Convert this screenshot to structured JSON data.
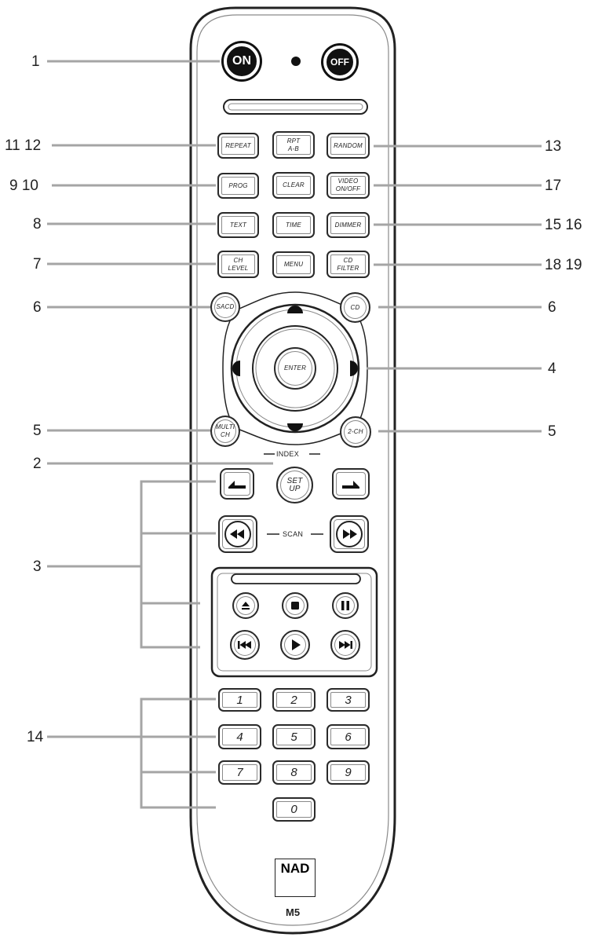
{
  "device": {
    "brand": "NAD",
    "model": "M5"
  },
  "buttons": {
    "on": "ON",
    "off": "OFF",
    "repeat": "REPEAT",
    "rpt_ab": [
      "RPT",
      "A-B"
    ],
    "random": "RANDOM",
    "prog": "PROG",
    "clear": "CLEAR",
    "video_onoff": [
      "VIDEO",
      "ON/OFF"
    ],
    "text": "TEXT",
    "time": "TIME",
    "dimmer": "DIMMER",
    "ch_level": [
      "CH",
      "LEVEL"
    ],
    "menu": "MENU",
    "cd_filter": [
      "CD",
      "FILTER"
    ],
    "sacd": "SACD",
    "cd": "CD",
    "enter": "ENTER",
    "multi_ch": [
      "MULTI",
      "CH"
    ],
    "two_ch": "2-CH",
    "setup": [
      "SET",
      "UP"
    ],
    "digits": [
      "1",
      "2",
      "3",
      "4",
      "5",
      "6",
      "7",
      "8",
      "9",
      "0"
    ]
  },
  "labels": {
    "index": "INDEX",
    "scan": "SCAN"
  },
  "callouts": {
    "left": [
      {
        "id": "on",
        "text": "1"
      },
      {
        "id": "repeat",
        "text": "11 12"
      },
      {
        "id": "prog",
        "text": "9 10"
      },
      {
        "id": "text",
        "text": "8"
      },
      {
        "id": "chlevel",
        "text": "7"
      },
      {
        "id": "sacd",
        "text": "6"
      },
      {
        "id": "multich",
        "text": "5"
      },
      {
        "id": "setup",
        "text": "2"
      },
      {
        "id": "transport",
        "text": "3"
      },
      {
        "id": "digits",
        "text": "14"
      }
    ],
    "right": [
      {
        "id": "random",
        "text": "13"
      },
      {
        "id": "video",
        "text": "17"
      },
      {
        "id": "dimmer",
        "text": "15 16"
      },
      {
        "id": "cdfilter",
        "text": "18 19"
      },
      {
        "id": "cd",
        "text": "6"
      },
      {
        "id": "nav",
        "text": "4"
      },
      {
        "id": "twoch",
        "text": "5"
      }
    ]
  },
  "icons": [
    "ir-window-icon",
    "index-back-icon",
    "index-forward-icon",
    "scan-rewind-icon",
    "scan-forward-icon",
    "eject-icon",
    "stop-icon",
    "pause-icon",
    "previous-icon",
    "play-icon",
    "next-icon",
    "up-arrow-icon",
    "down-arrow-icon",
    "left-arrow-icon",
    "right-arrow-icon"
  ]
}
